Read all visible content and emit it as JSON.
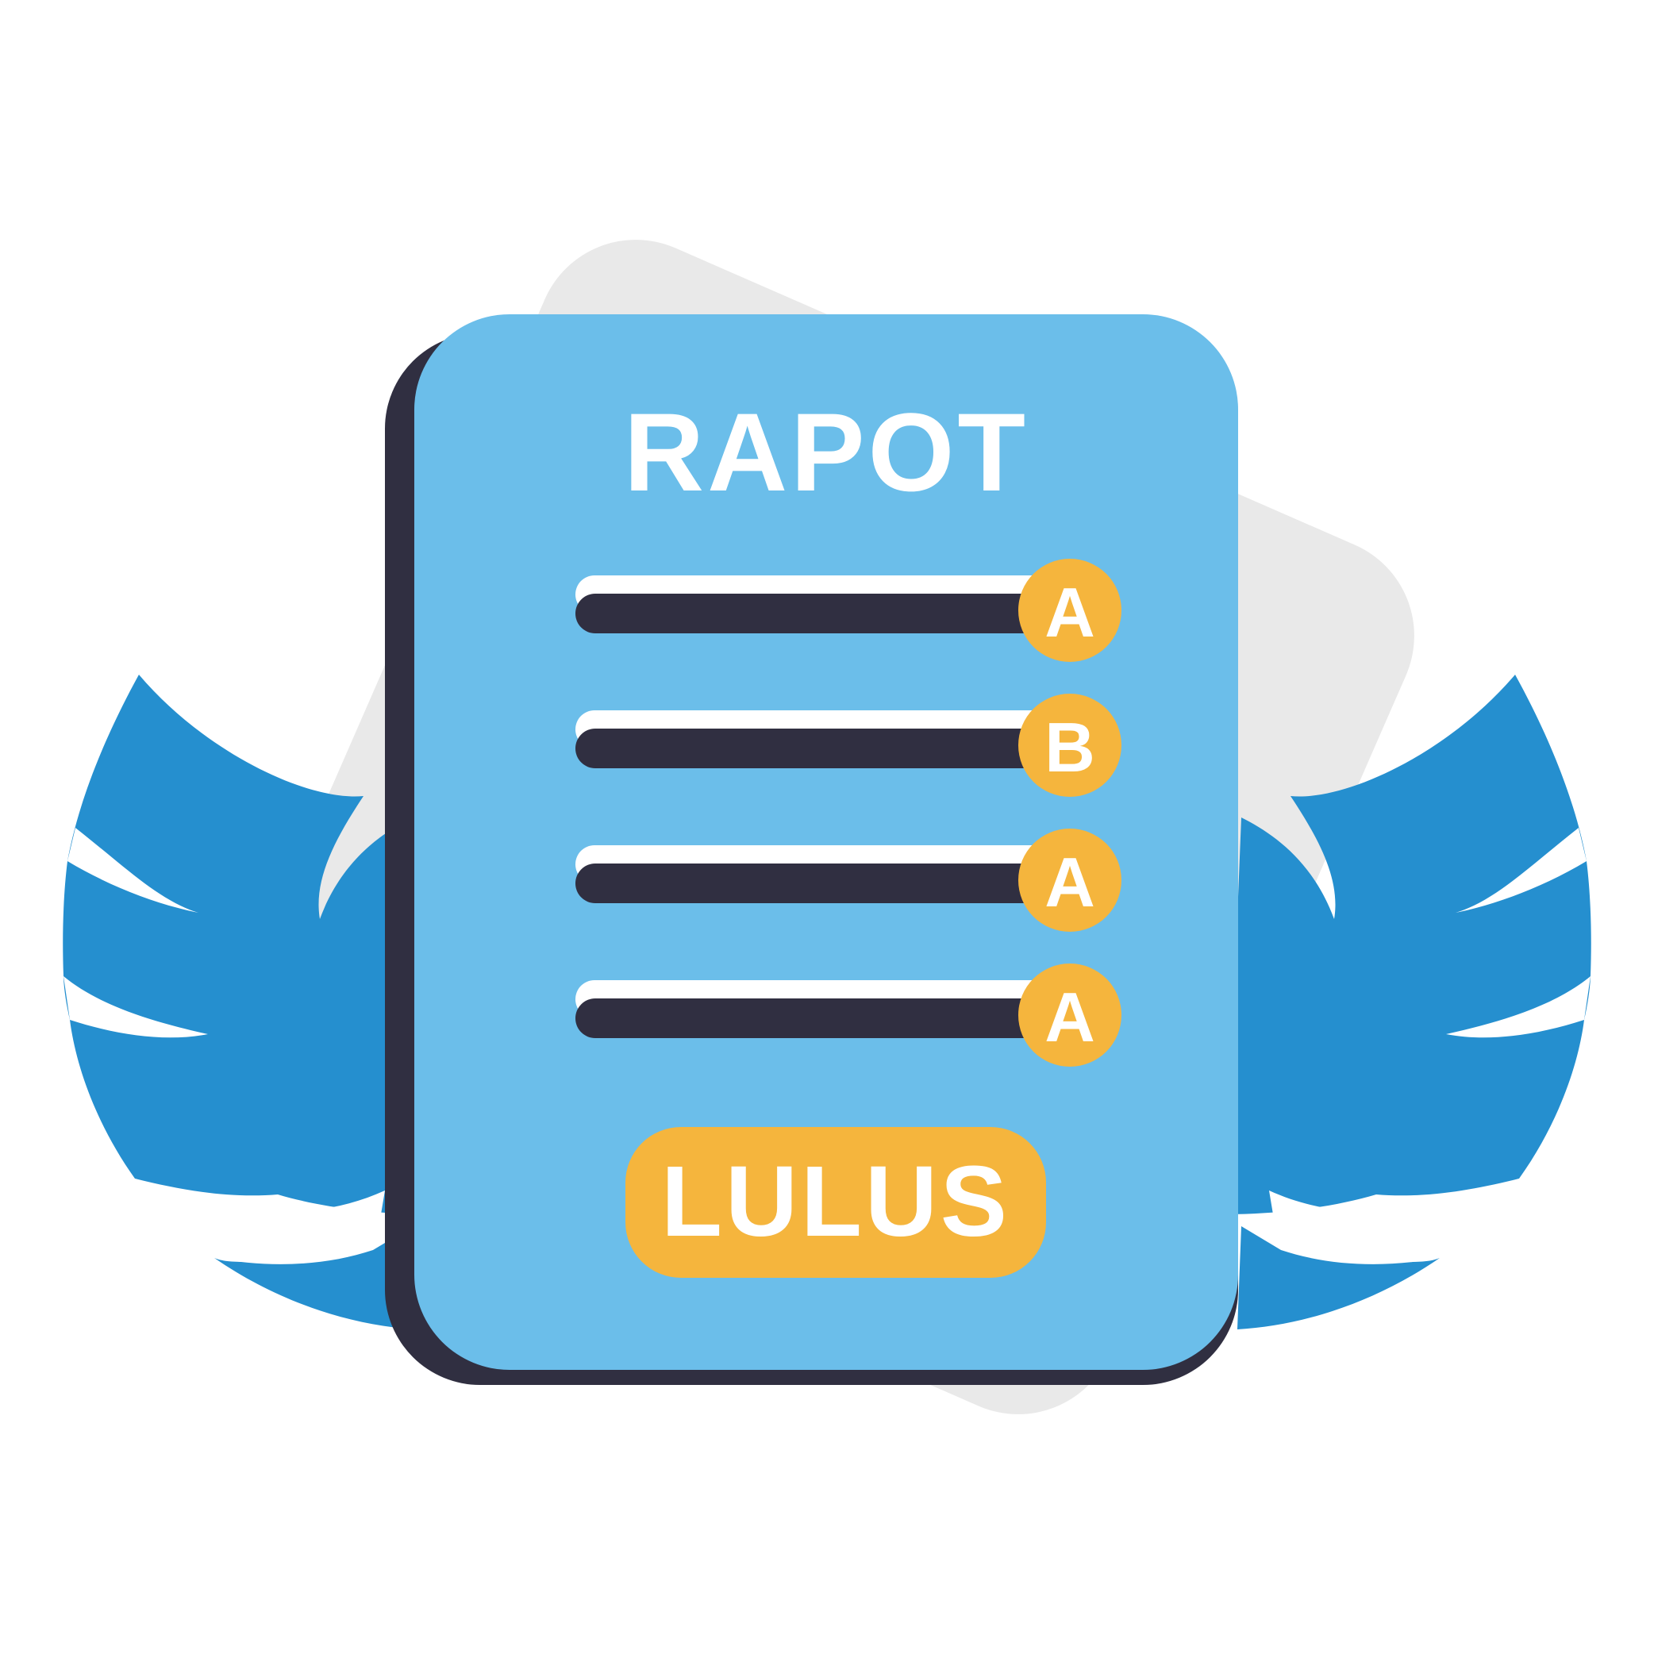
{
  "report_card": {
    "title": "RAPOT",
    "grades": [
      "A",
      "B",
      "A",
      "A"
    ],
    "result_label": "LULUS"
  },
  "colors": {
    "background": "#ffffff",
    "backdrop": "#e9e9e9",
    "wing_blue": "#258fcf",
    "card_blue": "#6bbeea",
    "card_shadow": "#302f41",
    "bar_dark": "#302f41",
    "bar_highlight": "#ffffff",
    "badge_orange": "#f5b53d",
    "text_white": "#ffffff"
  },
  "icons": {
    "left_wing": "wing-left-icon",
    "right_wing": "wing-right-icon",
    "backdrop": "rounded-square-backdrop"
  }
}
